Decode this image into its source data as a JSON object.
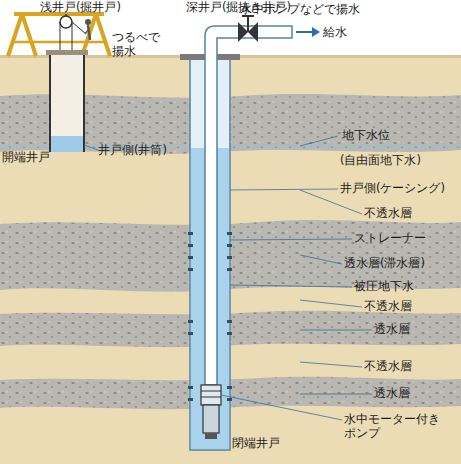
{
  "diagram": {
    "labels": [
      "浅井戸(掘井戸)",
      "深井戸(掘抜き井戸)",
      "つるべで 揚水",
      "水中ポンプなどで揚水",
      "給水",
      "地下水位",
      "(自由面地下水)",
      "井戸側(ケーシング)",
      "不透水層",
      "ストレーナー",
      "透水層(滞水層)",
      "被圧地下水",
      "不透水層",
      "透水層",
      "不透水層",
      "透水層",
      "水中モーター付き ポンプ",
      "開端井戸",
      "井戸側(井筒)",
      "閉端井戸"
    ]
  }
}
